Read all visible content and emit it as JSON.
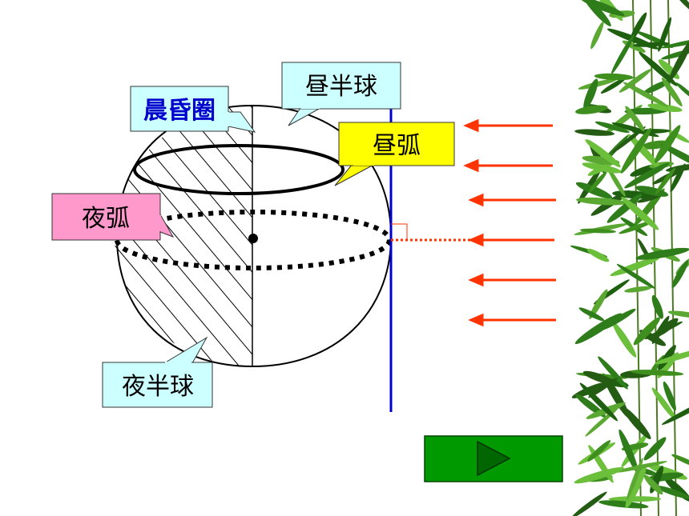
{
  "labels": {
    "terminator": "晨昏圈",
    "day_hemisphere": "昼半球",
    "day_arc": "昼弧",
    "night_arc": "夜弧",
    "night_hemisphere": "夜半球"
  },
  "colors": {
    "terminator_box": "#ccffff",
    "terminator_text": "#0000cc",
    "day_hemisphere_box": "#ccffff",
    "day_arc_box": "#ffff00",
    "night_arc_box": "#ff99cc",
    "night_hemisphere_box": "#ccffff",
    "sun_rays": "#ff3300",
    "axis_line": "#0000cc",
    "play_button": "#009900",
    "play_icon": "#006600",
    "foliage": "#3f8f1f"
  },
  "icons": {
    "play": "play-triangle-icon",
    "decoration": "bamboo-leaves"
  }
}
